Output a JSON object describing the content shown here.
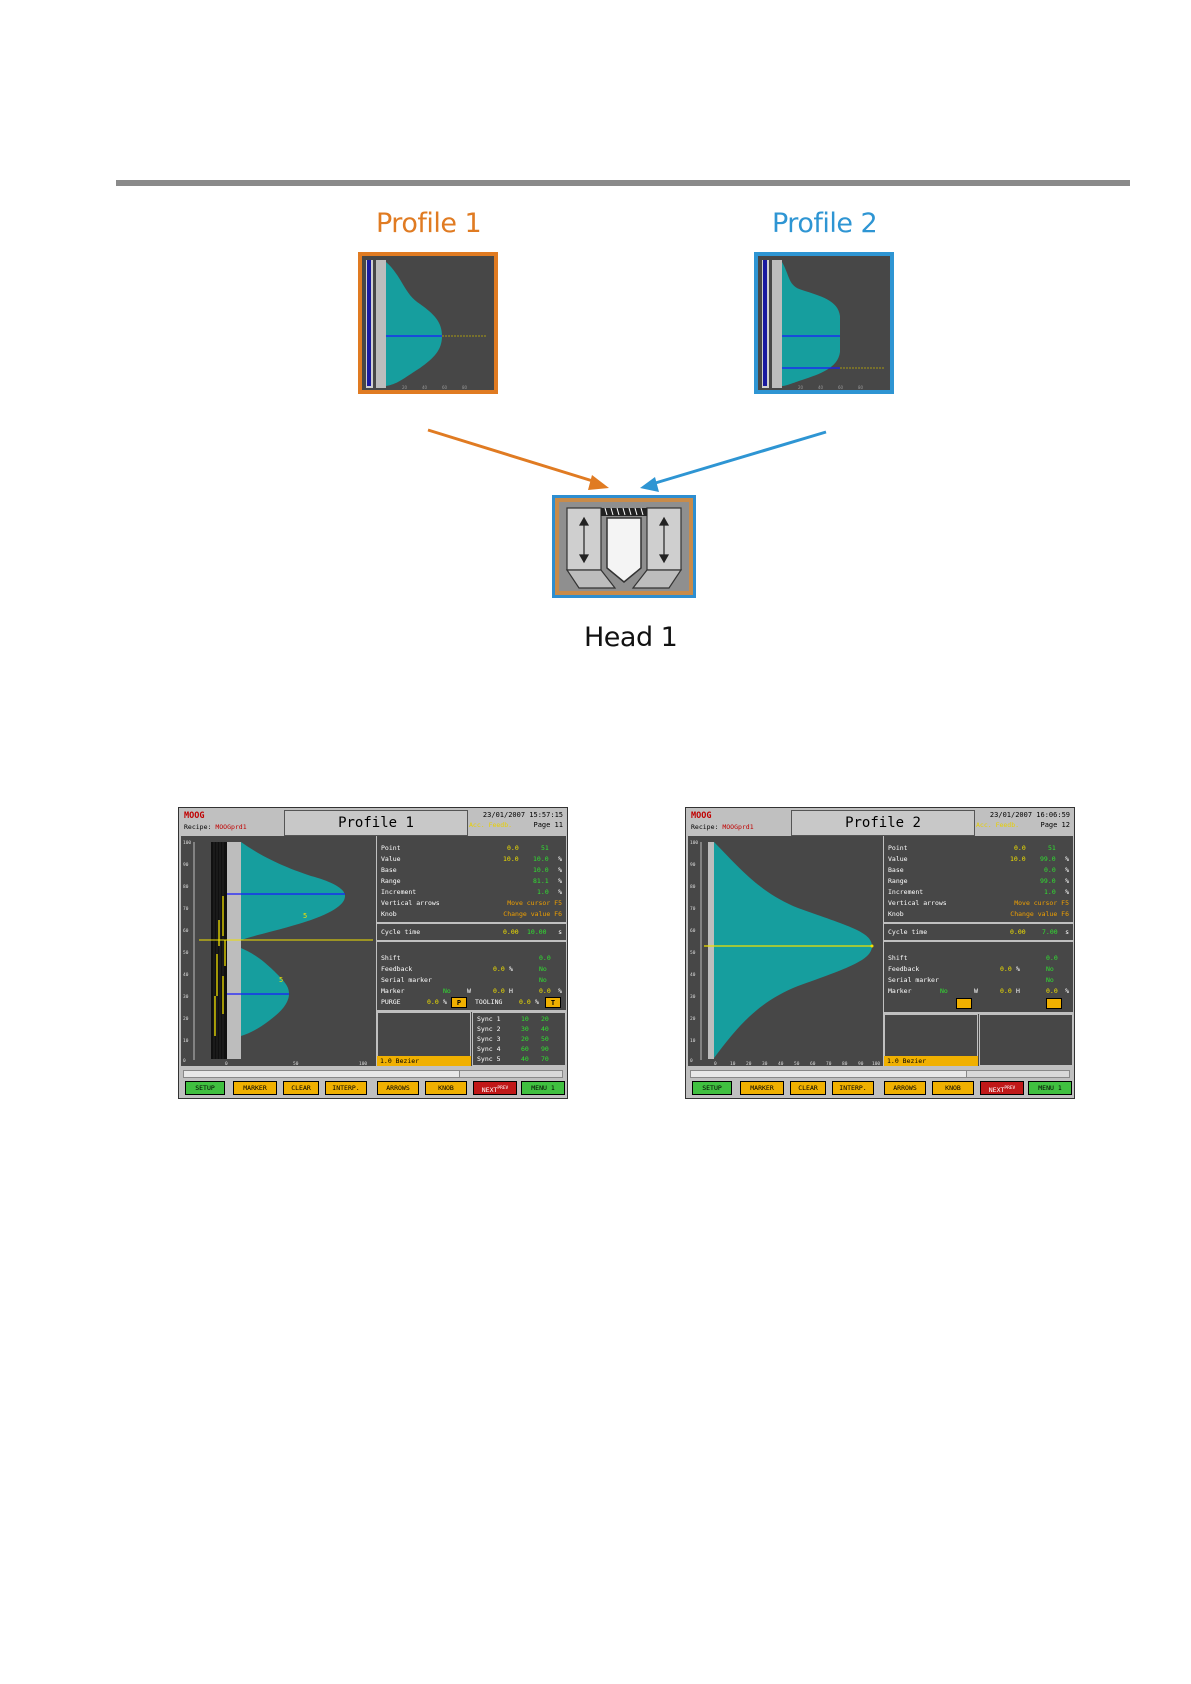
{
  "diagram": {
    "profile1_title": "Profile 1",
    "profile2_title": "Profile 2",
    "head_label": "Head 1",
    "colors": {
      "profile1": "#e07b22",
      "profile2": "#2e95d3",
      "teal": "#169e9e"
    }
  },
  "screen1": {
    "brand": "MOOG",
    "recipe_label": "Recipe:",
    "recipe_value": "MOOGprd1",
    "title": "Profile 1",
    "datetime": "23/01/2007  15:57:15",
    "status": "Acc. Feedb.",
    "page": "Page 11",
    "rows": {
      "point": {
        "label": "Point",
        "v1": "0.0",
        "v2": "51"
      },
      "value": {
        "label": "Value",
        "v1": "10.0",
        "v2": "10.0",
        "unit": "%"
      },
      "base": {
        "label": "Base",
        "v2": "10.0",
        "unit": "%"
      },
      "range": {
        "label": "Range",
        "v2": "81.1",
        "unit": "%"
      },
      "increment": {
        "label": "Increment",
        "v2": "1.0",
        "unit": "%"
      },
      "vertical": {
        "label": "Vertical arrows",
        "value": "Move cursor F5"
      },
      "knob": {
        "label": "Knob",
        "value": "Change value F6"
      },
      "cycle": {
        "label": "Cycle time",
        "v1": "0.00",
        "v2": "10.00",
        "unit": "s"
      },
      "shift": {
        "label": "Shift",
        "v2": "0.0"
      },
      "feedback": {
        "label": "Feedback",
        "v1": "0.0",
        "u1": "%",
        "v2": "No"
      },
      "serial": {
        "label": "Serial marker",
        "v2": "No"
      },
      "marker": {
        "label": "Marker",
        "v2": "No",
        "w": "W",
        "v3": "0.0",
        "h": "H",
        "v4": "0.0",
        "unit": "%"
      },
      "purge": {
        "label": "PURGE",
        "v1": "0.0",
        "u1": "%",
        "btn1": "P",
        "label2": "TOOLING",
        "v2": "0.0",
        "u2": "%",
        "btn2": "T"
      }
    },
    "sync": [
      {
        "label": "Sync 1",
        "a": "10",
        "b": "20"
      },
      {
        "label": "Sync 2",
        "a": "30",
        "b": "40"
      },
      {
        "label": "Sync 3",
        "a": "20",
        "b": "50"
      },
      {
        "label": "Sync 4",
        "a": "60",
        "b": "90"
      },
      {
        "label": "Sync 5",
        "a": "40",
        "b": "70"
      }
    ],
    "bezier": "1.0 Bezier",
    "y_ticks": [
      "100",
      "90",
      "80",
      "70",
      "60",
      "50",
      "40",
      "30",
      "20",
      "10",
      "0"
    ],
    "x_ticks": [
      "0",
      "50",
      "100"
    ],
    "markers": [
      "5",
      "5"
    ]
  },
  "screen2": {
    "brand": "MOOG",
    "recipe_label": "Recipe:",
    "recipe_value": "MOOGprd1",
    "title": "Profile 2",
    "datetime": "23/01/2007  16:06:59",
    "status": "Acc. Feedb.",
    "page": "Page 12",
    "rows": {
      "point": {
        "label": "Point",
        "v1": "0.0",
        "v2": "51"
      },
      "value": {
        "label": "Value",
        "v1": "10.0",
        "v2": "99.0",
        "unit": "%"
      },
      "base": {
        "label": "Base",
        "v2": "0.0",
        "unit": "%"
      },
      "range": {
        "label": "Range",
        "v2": "99.0",
        "unit": "%"
      },
      "increment": {
        "label": "Increment",
        "v2": "1.0",
        "unit": "%"
      },
      "vertical": {
        "label": "Vertical arrows",
        "value": "Move cursor F5"
      },
      "knob": {
        "label": "Knob",
        "value": "Change value F6"
      },
      "cycle": {
        "label": "Cycle time",
        "v1": "0.00",
        "v2": "7.00",
        "unit": "s"
      },
      "shift": {
        "label": "Shift",
        "v2": "0.0"
      },
      "feedback": {
        "label": "Feedback",
        "v1": "0.0",
        "u1": "%",
        "v2": "No"
      },
      "serial": {
        "label": "Serial marker",
        "v2": "No"
      },
      "marker": {
        "label": "Marker",
        "v2": "No",
        "w": "W",
        "v3": "0.0",
        "h": "H",
        "v4": "0.0",
        "unit": "%"
      }
    },
    "bezier": "1.0 Bezier",
    "y_ticks": [
      "100",
      "90",
      "80",
      "70",
      "60",
      "50",
      "40",
      "30",
      "20",
      "10",
      "0"
    ],
    "x_ticks": [
      "0",
      "10",
      "20",
      "30",
      "40",
      "50",
      "60",
      "70",
      "80",
      "90",
      "100"
    ]
  },
  "fkeys": {
    "setup": "SETUP",
    "marker": "MARKER",
    "clear": "CLEAR",
    "interp": "INTERP.",
    "arrows": "ARROWS",
    "knob": "KNOB",
    "next": "NEXT",
    "prev": "PREV",
    "menu": "MENU 1"
  }
}
